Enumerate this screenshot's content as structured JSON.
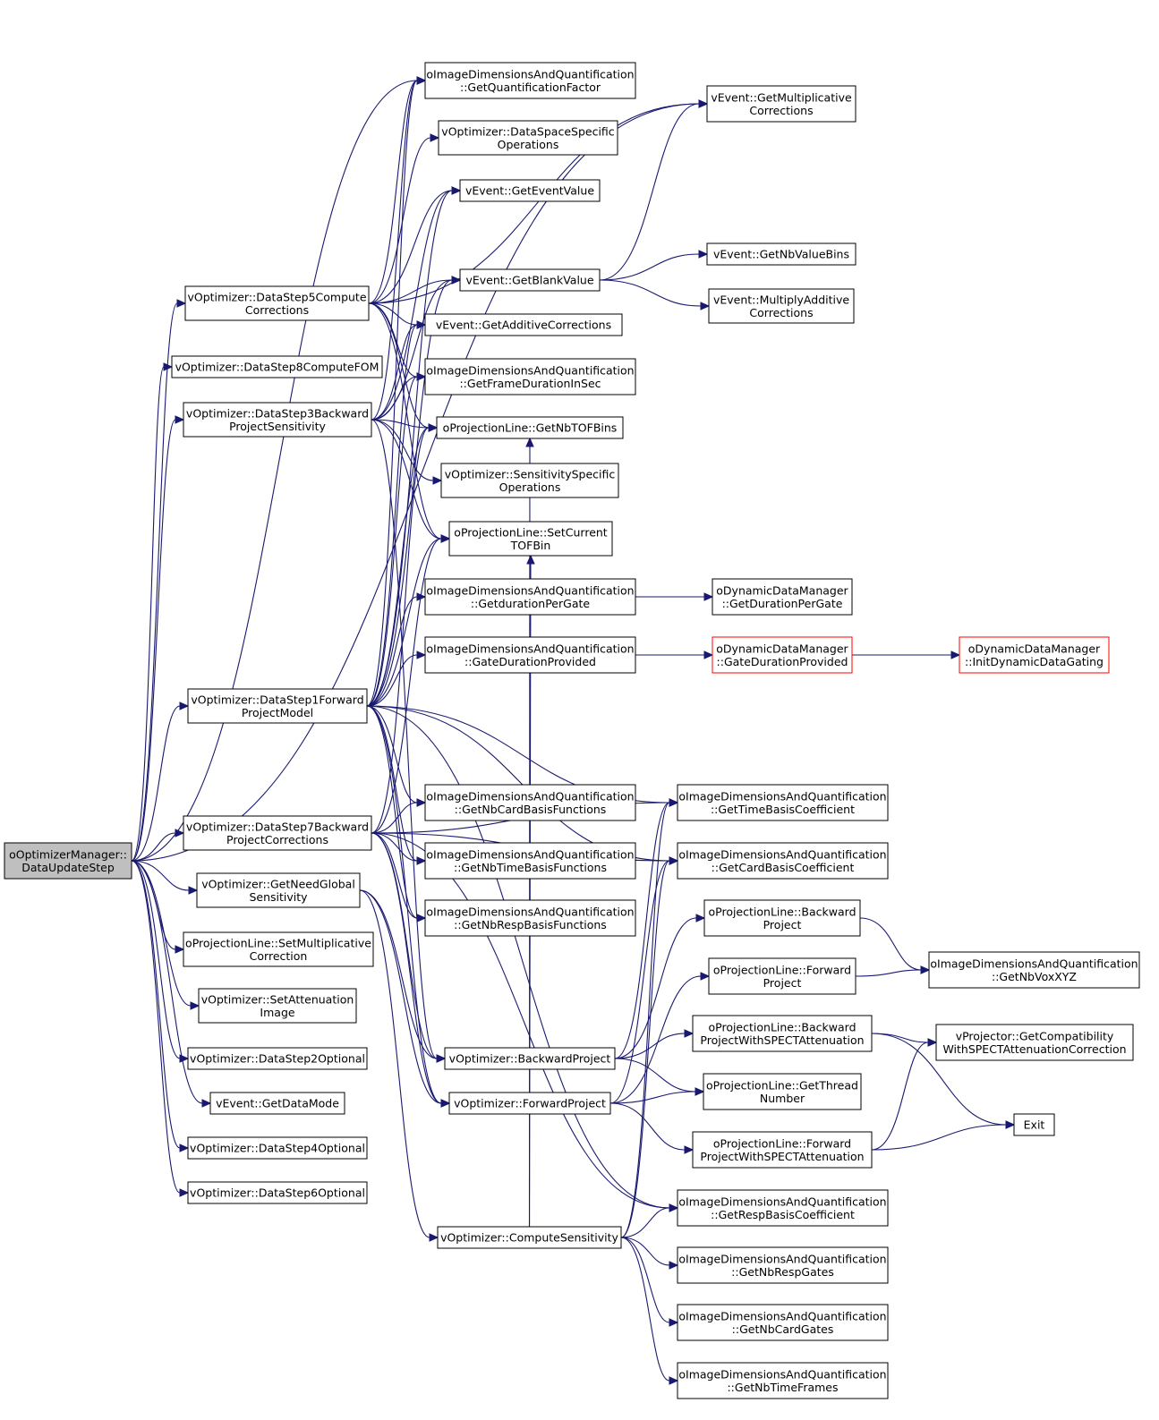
{
  "diagram": {
    "kind": "call-graph",
    "colors": {
      "edge": "#191970",
      "node_border": "#000000",
      "node_border_link_broken": "#ff0000",
      "root_fill": "#bfbfbf",
      "node_fill": "#ffffff"
    },
    "nodes": [
      {
        "id": "root",
        "lines": [
          "oOptimizerManager::",
          "DataUpdateStep"
        ],
        "style": "root"
      },
      {
        "id": "ds5",
        "lines": [
          "vOptimizer::DataStep5Compute",
          "Corrections"
        ]
      },
      {
        "id": "ds8",
        "lines": [
          "vOptimizer::DataStep8ComputeFOM"
        ]
      },
      {
        "id": "ds3",
        "lines": [
          "vOptimizer::DataStep3Backward",
          "ProjectSensitivity"
        ]
      },
      {
        "id": "ds1",
        "lines": [
          "vOptimizer::DataStep1Forward",
          "ProjectModel"
        ]
      },
      {
        "id": "ds7",
        "lines": [
          "vOptimizer::DataStep7Backward",
          "ProjectCorrections"
        ]
      },
      {
        "id": "gng",
        "lines": [
          "vOptimizer::GetNeedGlobal",
          "Sensitivity"
        ]
      },
      {
        "id": "smc",
        "lines": [
          "oProjectionLine::SetMultiplicative",
          "Correction"
        ]
      },
      {
        "id": "sai",
        "lines": [
          "vOptimizer::SetAttenuation",
          "Image"
        ]
      },
      {
        "id": "ds2",
        "lines": [
          "vOptimizer::DataStep2Optional"
        ]
      },
      {
        "id": "gdm",
        "lines": [
          "vEvent::GetDataMode"
        ]
      },
      {
        "id": "ds4",
        "lines": [
          "vOptimizer::DataStep4Optional"
        ]
      },
      {
        "id": "ds6",
        "lines": [
          "vOptimizer::DataStep6Optional"
        ]
      },
      {
        "id": "gqf",
        "lines": [
          "oImageDimensionsAndQuantification",
          "::GetQuantificationFactor"
        ]
      },
      {
        "id": "dsso",
        "lines": [
          "vOptimizer::DataSpaceSpecific",
          "Operations"
        ]
      },
      {
        "id": "gev",
        "lines": [
          "vEvent::GetEventValue"
        ]
      },
      {
        "id": "gbv",
        "lines": [
          "vEvent::GetBlankValue"
        ]
      },
      {
        "id": "gac",
        "lines": [
          "vEvent::GetAdditiveCorrections"
        ]
      },
      {
        "id": "gfd",
        "lines": [
          "oImageDimensionsAndQuantification",
          "::GetFrameDurationInSec"
        ]
      },
      {
        "id": "gtof",
        "lines": [
          "oProjectionLine::GetNbTOFBins"
        ]
      },
      {
        "id": "sso",
        "lines": [
          "vOptimizer::SensitivitySpecific",
          "Operations"
        ]
      },
      {
        "id": "sctof",
        "lines": [
          "oProjectionLine::SetCurrent",
          "TOFBin"
        ]
      },
      {
        "id": "gdpg",
        "lines": [
          "oImageDimensionsAndQuantification",
          "::GetdurationPerGate"
        ]
      },
      {
        "id": "gdp",
        "lines": [
          "oImageDimensionsAndQuantification",
          "::GateDurationProvided"
        ]
      },
      {
        "id": "gncb",
        "lines": [
          "oImageDimensionsAndQuantification",
          "::GetNbCardBasisFunctions"
        ]
      },
      {
        "id": "gntb",
        "lines": [
          "oImageDimensionsAndQuantification",
          "::GetNbTimeBasisFunctions"
        ]
      },
      {
        "id": "gnrb",
        "lines": [
          "oImageDimensionsAndQuantification",
          "::GetNbRespBasisFunctions"
        ]
      },
      {
        "id": "bp",
        "lines": [
          "vOptimizer::BackwardProject"
        ]
      },
      {
        "id": "fp",
        "lines": [
          "vOptimizer::ForwardProject"
        ]
      },
      {
        "id": "cs",
        "lines": [
          "vOptimizer::ComputeSensitivity"
        ]
      },
      {
        "id": "gmc",
        "lines": [
          "vEvent::GetMultiplicative",
          "Corrections"
        ]
      },
      {
        "id": "gnvb",
        "lines": [
          "vEvent::GetNbValueBins"
        ]
      },
      {
        "id": "mac",
        "lines": [
          "vEvent::MultiplyAdditive",
          "Corrections"
        ]
      },
      {
        "id": "ddm_gdpg",
        "lines": [
          "oDynamicDataManager",
          "::GetDurationPerGate"
        ]
      },
      {
        "id": "ddm_gdp",
        "lines": [
          "oDynamicDataManager",
          "::GateDurationProvided"
        ],
        "style": "red"
      },
      {
        "id": "ddm_init",
        "lines": [
          "oDynamicDataManager",
          "::InitDynamicDataGating"
        ],
        "style": "red"
      },
      {
        "id": "gtbc",
        "lines": [
          "oImageDimensionsAndQuantification",
          "::GetTimeBasisCoefficient"
        ]
      },
      {
        "id": "gcbc",
        "lines": [
          "oImageDimensionsAndQuantification",
          "::GetCardBasisCoefficient"
        ]
      },
      {
        "id": "plbp",
        "lines": [
          "oProjectionLine::Backward",
          "Project"
        ]
      },
      {
        "id": "plfp",
        "lines": [
          "oProjectionLine::Forward",
          "Project"
        ]
      },
      {
        "id": "plbps",
        "lines": [
          "oProjectionLine::Backward",
          "ProjectWithSPECTAttenuation"
        ]
      },
      {
        "id": "gtn",
        "lines": [
          "oProjectionLine::GetThread",
          "Number"
        ]
      },
      {
        "id": "plfps",
        "lines": [
          "oProjectionLine::Forward",
          "ProjectWithSPECTAttenuation"
        ]
      },
      {
        "id": "grbc",
        "lines": [
          "oImageDimensionsAndQuantification",
          "::GetRespBasisCoefficient"
        ]
      },
      {
        "id": "gnrg",
        "lines": [
          "oImageDimensionsAndQuantification",
          "::GetNbRespGates"
        ]
      },
      {
        "id": "gncg",
        "lines": [
          "oImageDimensionsAndQuantification",
          "::GetNbCardGates"
        ]
      },
      {
        "id": "gntf",
        "lines": [
          "oImageDimensionsAndQuantification",
          "::GetNbTimeFrames"
        ]
      },
      {
        "id": "gnvx",
        "lines": [
          "oImageDimensionsAndQuantification",
          "::GetNbVoxXYZ"
        ]
      },
      {
        "id": "gcsa",
        "lines": [
          "vProjector::GetCompatibility",
          "WithSPECTAttenuationCorrection"
        ]
      },
      {
        "id": "exit",
        "lines": [
          "Exit"
        ]
      }
    ],
    "edges": [
      [
        "root",
        "ds5"
      ],
      [
        "root",
        "ds8"
      ],
      [
        "root",
        "ds3"
      ],
      [
        "root",
        "ds1"
      ],
      [
        "root",
        "ds7"
      ],
      [
        "root",
        "gng"
      ],
      [
        "root",
        "smc"
      ],
      [
        "root",
        "sai"
      ],
      [
        "root",
        "ds2"
      ],
      [
        "root",
        "gdm"
      ],
      [
        "root",
        "ds4"
      ],
      [
        "root",
        "ds6"
      ],
      [
        "root",
        "gqf"
      ],
      [
        "root",
        "gmc"
      ],
      [
        "ds5",
        "gqf"
      ],
      [
        "ds5",
        "dsso"
      ],
      [
        "ds5",
        "gev"
      ],
      [
        "ds5",
        "gbv"
      ],
      [
        "ds5",
        "gac"
      ],
      [
        "ds5",
        "gfd"
      ],
      [
        "ds5",
        "gtof"
      ],
      [
        "ds5",
        "sctof"
      ],
      [
        "ds5",
        "gmc"
      ],
      [
        "ds3",
        "gqf"
      ],
      [
        "ds3",
        "gev"
      ],
      [
        "ds3",
        "gbv"
      ],
      [
        "ds3",
        "gac"
      ],
      [
        "ds3",
        "gfd"
      ],
      [
        "ds3",
        "gtof"
      ],
      [
        "ds3",
        "sso"
      ],
      [
        "ds3",
        "sctof"
      ],
      [
        "ds3",
        "bp"
      ],
      [
        "ds1",
        "gqf"
      ],
      [
        "ds1",
        "gev"
      ],
      [
        "ds1",
        "gbv"
      ],
      [
        "ds1",
        "gac"
      ],
      [
        "ds1",
        "gfd"
      ],
      [
        "ds1",
        "gtof"
      ],
      [
        "ds1",
        "sctof"
      ],
      [
        "ds1",
        "gdpg"
      ],
      [
        "ds1",
        "gdp"
      ],
      [
        "ds1",
        "gncb"
      ],
      [
        "ds1",
        "gntb"
      ],
      [
        "ds1",
        "gnrb"
      ],
      [
        "ds1",
        "gtbc"
      ],
      [
        "ds1",
        "gcbc"
      ],
      [
        "ds1",
        "grbc"
      ],
      [
        "ds1",
        "fp"
      ],
      [
        "ds7",
        "gncb"
      ],
      [
        "ds7",
        "gntb"
      ],
      [
        "ds7",
        "gnrb"
      ],
      [
        "ds7",
        "gtof"
      ],
      [
        "ds7",
        "sctof"
      ],
      [
        "ds7",
        "gtbc"
      ],
      [
        "ds7",
        "gcbc"
      ],
      [
        "ds7",
        "grbc"
      ],
      [
        "ds7",
        "bp"
      ],
      [
        "ds7",
        "fp"
      ],
      [
        "gng",
        "bp"
      ],
      [
        "gng",
        "fp"
      ],
      [
        "gng",
        "cs"
      ],
      [
        "gbv",
        "gmc"
      ],
      [
        "gbv",
        "gnvb"
      ],
      [
        "gbv",
        "mac"
      ],
      [
        "gdpg",
        "ddm_gdpg"
      ],
      [
        "gdp",
        "ddm_gdp"
      ],
      [
        "ddm_gdp",
        "ddm_init"
      ],
      [
        "bp",
        "plbp"
      ],
      [
        "bp",
        "plbps"
      ],
      [
        "bp",
        "gtn"
      ],
      [
        "bp",
        "gtbc"
      ],
      [
        "fp",
        "plfp"
      ],
      [
        "fp",
        "plfps"
      ],
      [
        "fp",
        "gtn"
      ],
      [
        "fp",
        "gcbc"
      ],
      [
        "cs",
        "gtof"
      ],
      [
        "cs",
        "sctof"
      ],
      [
        "cs",
        "gtbc"
      ],
      [
        "cs",
        "gcbc"
      ],
      [
        "cs",
        "grbc"
      ],
      [
        "cs",
        "gnrg"
      ],
      [
        "cs",
        "gncg"
      ],
      [
        "cs",
        "gntf"
      ],
      [
        "plbp",
        "gnvx"
      ],
      [
        "plfp",
        "gnvx"
      ],
      [
        "plbps",
        "gcsa"
      ],
      [
        "plbps",
        "exit"
      ],
      [
        "plfps",
        "gcsa"
      ],
      [
        "plfps",
        "exit"
      ]
    ]
  }
}
